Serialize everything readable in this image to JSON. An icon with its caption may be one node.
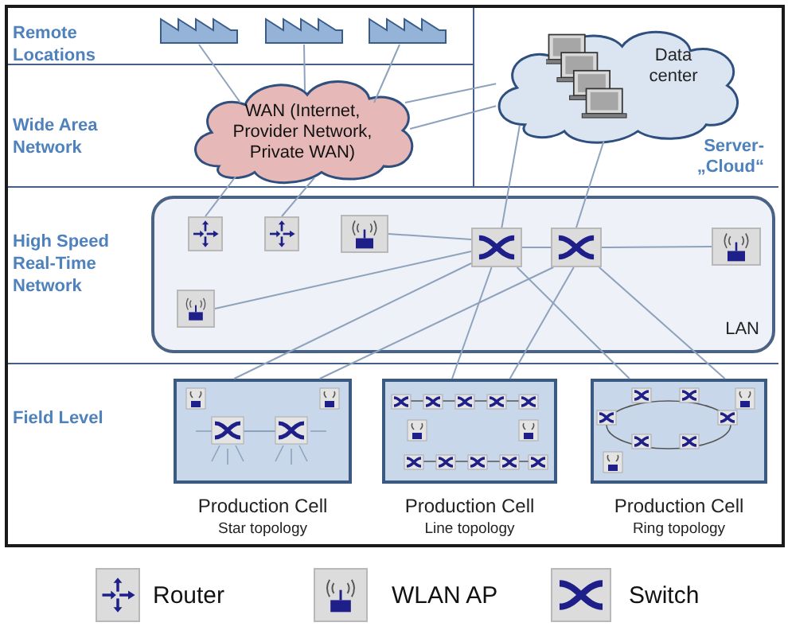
{
  "diagram": {
    "nodes": [
      {
        "text": [],
        "shape": "picture"
      },
      {
        "text": [],
        "shape": "picture"
      },
      {
        "text": [],
        "shape": "picture"
      },
      {
        "text": [
          "WAN (Internet, Provider Network, Private WAN)"
        ]
      },
      {
        "text": [
          "Data center",
          "Server- „Cloud“"
        ]
      },
      {
        "text": [
          "LAN"
        ]
      },
      {
        "text": [],
        "shape": "picture",
        "in": 5
      },
      {
        "text": [],
        "shape": "picture",
        "in": 5
      },
      {
        "text": [],
        "shape": "picture",
        "in": 5
      },
      {
        "text": [],
        "shape": "picture",
        "in": 5
      },
      {
        "text": [],
        "shape": "picture",
        "in": 5
      },
      {
        "text": [],
        "shape": "picture",
        "in": 5
      },
      {
        "text": [],
        "shape": "picture",
        "in": 5
      },
      {
        "text": [],
        "shape": "box",
        "beside": [
          "Production Cell",
          "Star topology"
        ]
      },
      {
        "text": [],
        "shape": "box",
        "beside": [
          "Production Cell",
          "Line topology"
        ]
      },
      {
        "text": [],
        "shape": "box",
        "beside": [
          "Production Cell",
          "Ring topology"
        ]
      }
    ],
    "edges": [
      {
        "from": 0,
        "to": 3,
        "arrow": "none"
      },
      {
        "from": 1,
        "to": 3,
        "arrow": "none"
      },
      {
        "from": 2,
        "to": 3,
        "arrow": "none"
      },
      {
        "from": 3,
        "to": 4,
        "arrow": "none"
      },
      {
        "from": 3,
        "to": 4,
        "arrow": "none"
      },
      {
        "from": 3,
        "to": 6,
        "arrow": "none"
      },
      {
        "from": 3,
        "to": 7,
        "arrow": "none"
      },
      {
        "from": 4,
        "to": 9,
        "arrow": "none"
      },
      {
        "from": 4,
        "to": 10,
        "arrow": "none"
      },
      {
        "from": 8,
        "to": 9,
        "arrow": "none"
      },
      {
        "from": 9,
        "to": 10,
        "arrow": "none"
      },
      {
        "from": 10,
        "to": 11,
        "arrow": "none"
      },
      {
        "from": 12,
        "to": 9,
        "arrow": "none"
      },
      {
        "from": 9,
        "to": 13,
        "arrow": "none"
      },
      {
        "from": 10,
        "to": 13,
        "arrow": "none"
      },
      {
        "from": 9,
        "to": 14,
        "arrow": "none"
      },
      {
        "from": 10,
        "to": 14,
        "arrow": "none"
      },
      {
        "from": 9,
        "to": 15,
        "arrow": "none"
      },
      {
        "from": 10,
        "to": 15,
        "arrow": "none"
      }
    ],
    "labels": [
      "Remote Locations",
      "Wide Area Network",
      "High Speed Real-Time Network",
      "Field Level"
    ],
    "legend": [
      {
        "text": "Router"
      },
      {
        "text": "WLAN AP"
      },
      {
        "text": "Switch"
      }
    ]
  }
}
